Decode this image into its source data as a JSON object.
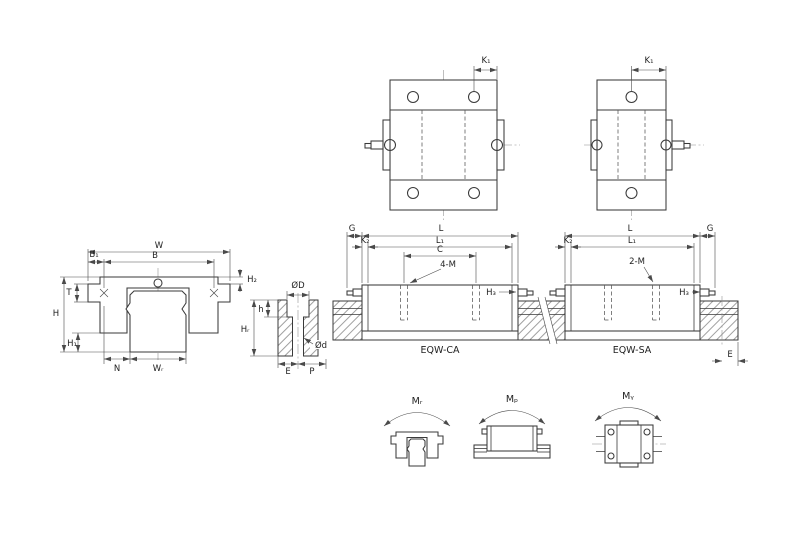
{
  "title": "Linear guide block dimensional drawing",
  "colors": {
    "line": "#3a3a3a",
    "dim_text": "#222222",
    "background": "#ffffff"
  },
  "views": {
    "plan_ca": {
      "k1": "K₁"
    },
    "plan_sa": {
      "k1": "K₁"
    },
    "front": {
      "w": "W",
      "b1": "B₁",
      "b": "B",
      "t": "T",
      "h": "H",
      "h1": "H₁",
      "h2": "H₂",
      "n": "N",
      "wr": "Wᵣ"
    },
    "rail_section": {
      "d_outer": "ØD",
      "h_depth": "h",
      "hr": "Hᵣ",
      "d_inner": "Ød",
      "e": "E",
      "p": "P"
    },
    "side_ca": {
      "g": "G",
      "k2": "K₂",
      "l": "L",
      "l1": "L₁",
      "c": "C",
      "holes": "4-M",
      "h3": "H₃",
      "model": "EQW-CA"
    },
    "side_sa": {
      "g": "G",
      "k2": "K₂",
      "l": "L",
      "l1": "L₁",
      "holes": "2-M",
      "h3": "H₃",
      "model": "EQW-SA"
    },
    "rail_end": {
      "e": "E"
    },
    "moments": {
      "mr": "Mᵣ",
      "mp": "Mₚ",
      "my": "Mᵧ"
    }
  }
}
